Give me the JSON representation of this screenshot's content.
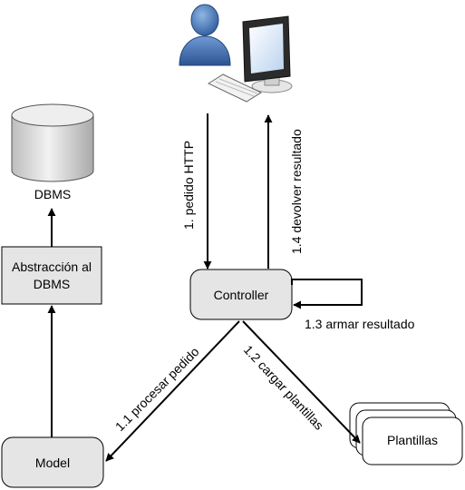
{
  "nodes": {
    "dbms": "DBMS",
    "abstraction_line1": "Abstracción al",
    "abstraction_line2": "DBMS",
    "controller": "Controller",
    "model": "Model",
    "plantillas": "Plantillas"
  },
  "edges": {
    "pedido_http": "1. pedido HTTP",
    "devolver_resultado": "1.4 devolver resultado",
    "armar_resultado": "1.3 armar resultado",
    "procesar_pedido": "1.1 procesar pedido",
    "cargar_plantillas": "1.2 cargar plantillas"
  },
  "icons": {
    "user": "user-icon",
    "computer": "computer-icon",
    "database": "database-icon"
  },
  "colors": {
    "box_fill": "#e5e5e5",
    "stroke": "#000000",
    "user_blue": "#3a6fb5",
    "database_gray": "#d6d6d6"
  }
}
